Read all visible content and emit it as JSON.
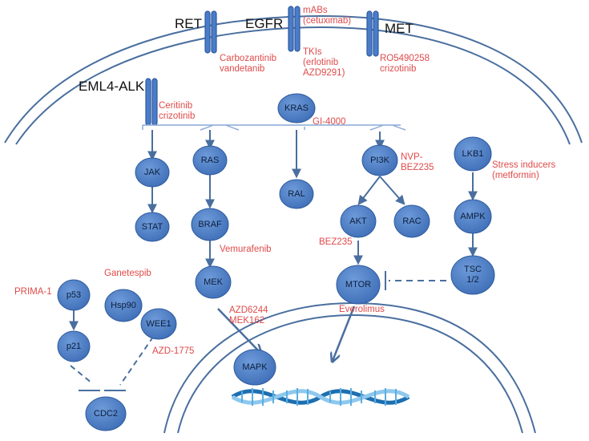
{
  "receptors": {
    "ret": "RET",
    "egfr": "EGFR",
    "met": "MET",
    "eml4_alk": "EML4-ALK"
  },
  "nodes": {
    "kras": "KRAS",
    "jak": "JAK",
    "stat": "STAT",
    "ras": "RAS",
    "braf": "BRAF",
    "mek": "MEK",
    "mapk": "MAPK",
    "ral": "RAL",
    "pi3k": "PI3K",
    "akt": "AKT",
    "rac": "RAC",
    "mtor": "MTOR",
    "lkb1": "LKB1",
    "ampk": "AMPK",
    "tsc": "TSC\n1/2",
    "p53": "p53",
    "p21": "p21",
    "hsp90": "Hsp90",
    "wee1": "WEE1",
    "cdc2": "CDC2"
  },
  "drugs": {
    "mabs": "mABs\n(cetuximab)",
    "tkis": "TKIs\n(erlotinib\nAZD9291)",
    "ret_drugs": "Carbozantinib\nvandetanib",
    "met_drugs": "RO5490258\ncrizotinib",
    "alk_drugs": "Ceritinib\ncrizotinib",
    "kras_drug": "GI-4000",
    "pi3k_drug": "NVP-\nBEZ235",
    "lkb1_drug": "Stress inducers\n(metformin)",
    "braf_drug": "Vemurafenib",
    "akt_drug": "BEZ235",
    "hsp90_drug": "Ganetespib",
    "p53_drug": "PRIMA-1",
    "mek_drugs": "AZD6244\nMEK162",
    "mtor_drug": "Everolimus",
    "wee1_drug": "AZD-1775"
  },
  "colors": {
    "node_fill": "#4a7cc9",
    "node_stroke": "#2e5a9c",
    "line": "#4a6f9f",
    "drug_text": "#e04a4a",
    "dna_light": "#8ec8ee",
    "dna_dark": "#1e6fb0"
  }
}
